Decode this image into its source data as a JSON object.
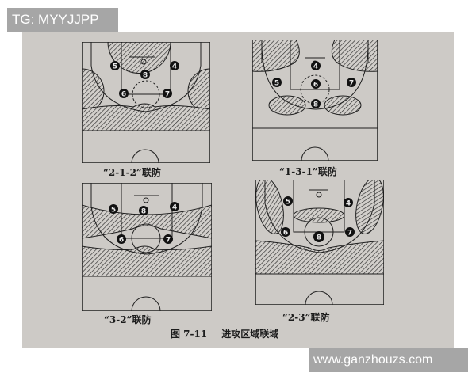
{
  "watermarks": {
    "top": "TG: MYYJJPP",
    "bottom": "www.ganzhouzs.com"
  },
  "figure": {
    "number": "图 7-11",
    "title": "进攻区域联域"
  },
  "colors": {
    "paper": "#cdcac6",
    "line": "#1f1f1f",
    "watermark_bg": "#a6a6a6",
    "watermark_text": "#ffffff"
  },
  "diagrams": [
    {
      "id": "2-1-2",
      "caption": "“2-1-2”联防",
      "players": [
        "4",
        "5",
        "6",
        "7",
        "8"
      ]
    },
    {
      "id": "1-3-1",
      "caption": "“1-3-1”联防",
      "players": [
        "4",
        "5",
        "6",
        "7",
        "8"
      ]
    },
    {
      "id": "3-2",
      "caption": "“3-2”联防",
      "players": [
        "4",
        "5",
        "6",
        "7",
        "8"
      ]
    },
    {
      "id": "2-3",
      "caption": "“2-3”联防",
      "players": [
        "4",
        "5",
        "6",
        "7",
        "8"
      ]
    }
  ]
}
